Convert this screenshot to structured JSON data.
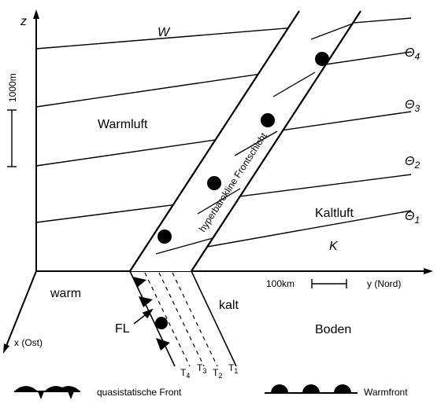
{
  "axes": {
    "z": "z",
    "x": "x (Ost)",
    "y": "y (Nord)",
    "scale_vertical": "1000m",
    "scale_horizontal": "100km"
  },
  "regions": {
    "W": "W",
    "K": "K",
    "warm_air": "Warmluft",
    "cold_air": "Kaltluft",
    "warm": "warm",
    "cold": "kalt",
    "ground": "Boden"
  },
  "front_layer": "hyperbarokline Frontschicht",
  "front_line": "FL",
  "isentropes": {
    "t4": "Θ",
    "t4_sub": "4",
    "t3": "Θ",
    "t3_sub": "3",
    "t2": "Θ",
    "t2_sub": "2",
    "t1": "Θ",
    "t1_sub": "1"
  },
  "temps": {
    "T4": "T",
    "T4_sub": "4",
    "T3": "T",
    "T3_sub": "3",
    "T2": "T",
    "T2_sub": "2",
    "T1": "T",
    "T1_sub": "1"
  },
  "legend": {
    "quasi": "quasistatische Front",
    "warm": "Warmfront"
  }
}
